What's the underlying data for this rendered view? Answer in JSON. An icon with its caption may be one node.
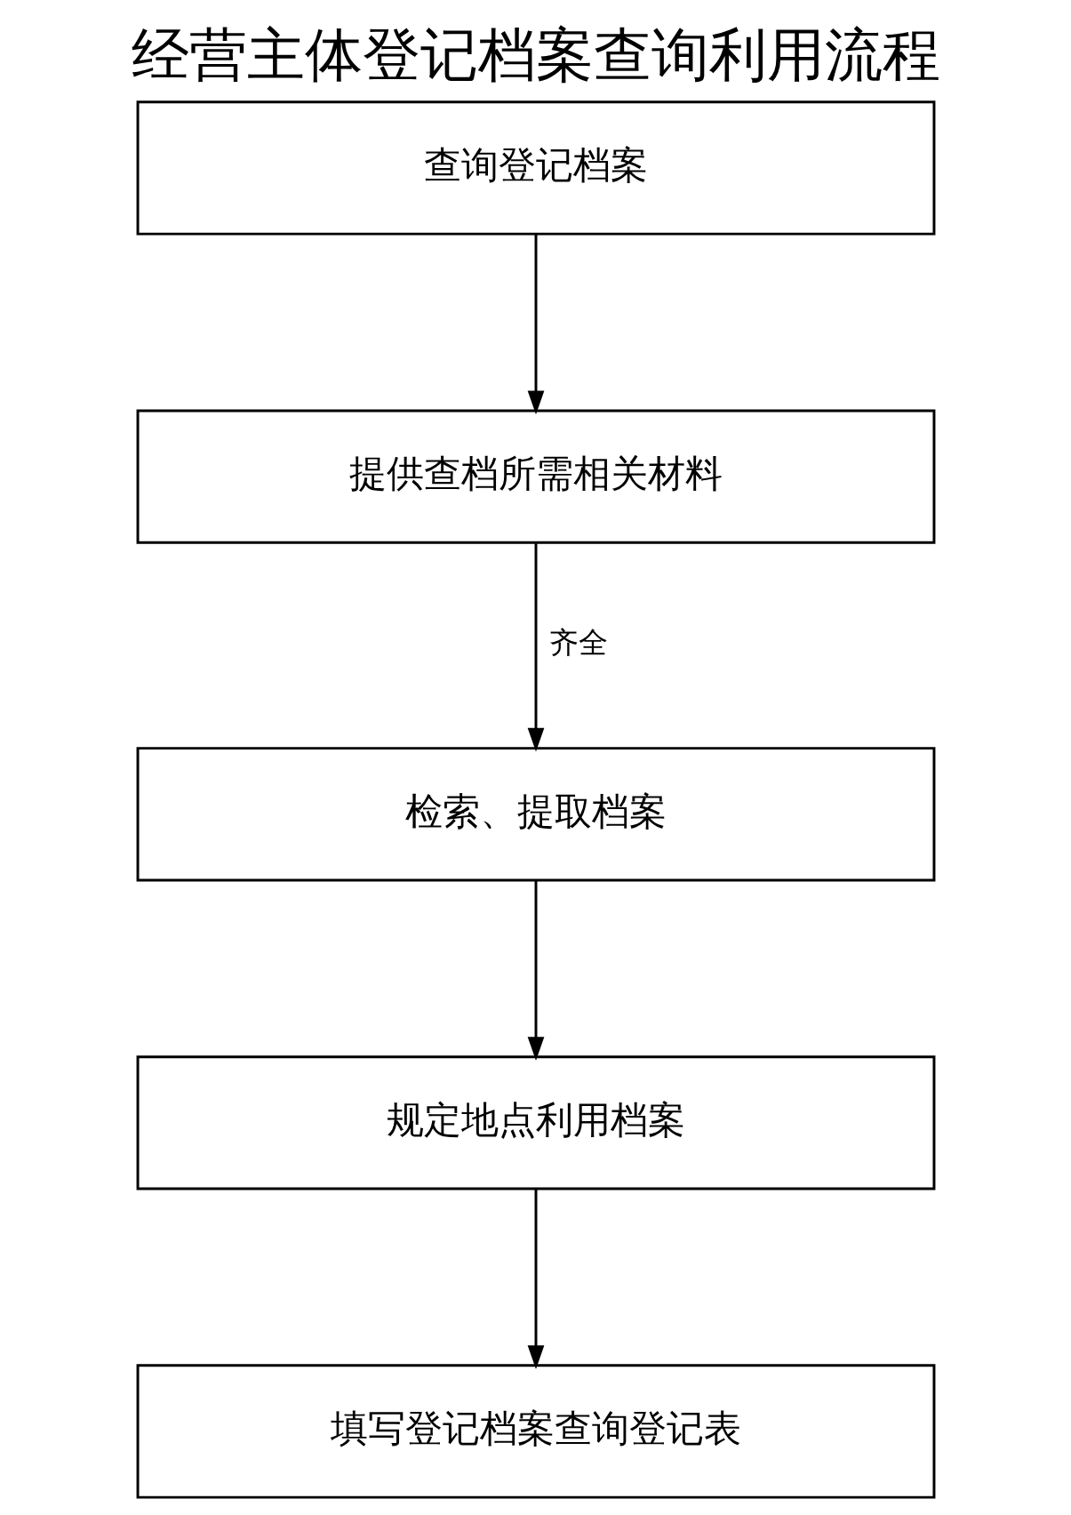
{
  "diagram": {
    "title": "经营主体登记档案查询利用流程",
    "nodes": [
      {
        "text": [
          "查询登记档案"
        ]
      },
      {
        "text": [
          "提供查档所需相关材料"
        ]
      },
      {
        "text": [
          "检索、提取档案"
        ]
      },
      {
        "text": [
          "规定地点利用档案"
        ]
      },
      {
        "text": [
          "填写登记档案查询登记表"
        ]
      }
    ],
    "edges": [
      {
        "from": 0,
        "to": 1,
        "arrow": "to"
      },
      {
        "from": 1,
        "to": 2,
        "arrow": "to",
        "label": "齐全"
      },
      {
        "from": 2,
        "to": 3,
        "arrow": "to"
      },
      {
        "from": 3,
        "to": 4,
        "arrow": "to"
      }
    ]
  }
}
